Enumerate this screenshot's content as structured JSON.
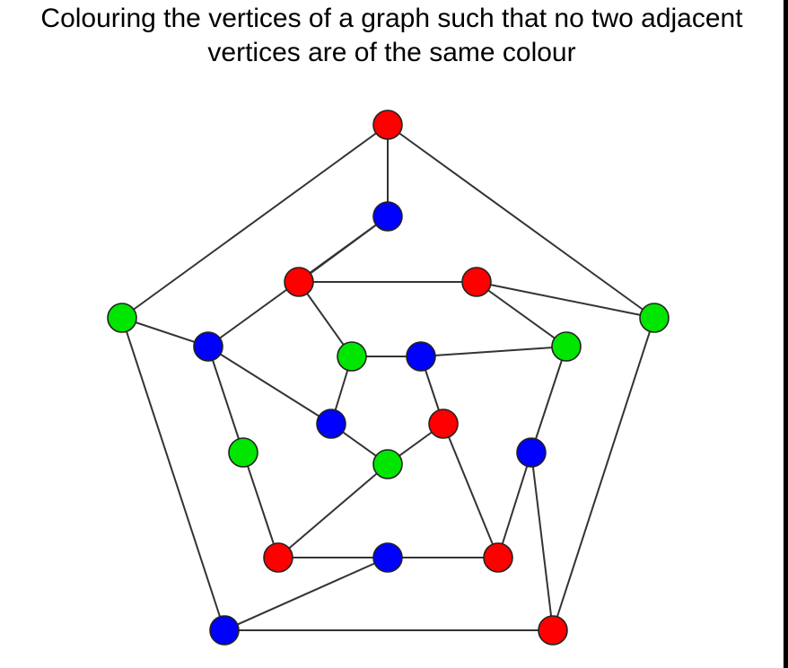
{
  "title": {
    "line1": "Colouring the vertices of a graph such that no two adjacent",
    "line2": "vertices are of the same colour"
  },
  "colors": {
    "red": "#ff0000",
    "green": "#00e600",
    "blue": "#0000ff",
    "edge": "#333333"
  },
  "graph": {
    "vertices": [
      {
        "id": "O1",
        "color": "red"
      },
      {
        "id": "O2",
        "color": "green"
      },
      {
        "id": "O3",
        "color": "blue"
      },
      {
        "id": "O4",
        "color": "red"
      },
      {
        "id": "O5",
        "color": "green"
      },
      {
        "id": "M1",
        "color": "blue"
      },
      {
        "id": "M2",
        "color": "blue"
      },
      {
        "id": "M3",
        "color": "green"
      },
      {
        "id": "M4",
        "color": "red"
      },
      {
        "id": "M5",
        "color": "blue"
      },
      {
        "id": "M6",
        "color": "red"
      },
      {
        "id": "M7",
        "color": "blue"
      },
      {
        "id": "M8",
        "color": "green"
      },
      {
        "id": "M9",
        "color": "red"
      },
      {
        "id": "M10",
        "color": "red"
      },
      {
        "id": "I1",
        "color": "green"
      },
      {
        "id": "I2",
        "color": "blue"
      },
      {
        "id": "I3",
        "color": "red"
      },
      {
        "id": "I4",
        "color": "green"
      },
      {
        "id": "I5",
        "color": "blue"
      }
    ],
    "edges": [
      [
        "O1",
        "O2"
      ],
      [
        "O2",
        "O3"
      ],
      [
        "O3",
        "O4"
      ],
      [
        "O4",
        "O5"
      ],
      [
        "O5",
        "O1"
      ],
      [
        "O1",
        "M1"
      ],
      [
        "O2",
        "M2"
      ],
      [
        "O3",
        "M5"
      ],
      [
        "O4",
        "M7"
      ],
      [
        "O5",
        "M9"
      ],
      [
        "M1",
        "M10"
      ],
      [
        "M10",
        "M9"
      ],
      [
        "M9",
        "M8"
      ],
      [
        "M8",
        "M7"
      ],
      [
        "M7",
        "M6"
      ],
      [
        "M6",
        "M5"
      ],
      [
        "M5",
        "M4"
      ],
      [
        "M4",
        "M3"
      ],
      [
        "M3",
        "M2"
      ],
      [
        "M2",
        "M1"
      ],
      [
        "M10",
        "I1"
      ],
      [
        "M8",
        "I2"
      ],
      [
        "M6",
        "I3"
      ],
      [
        "M4",
        "I4"
      ],
      [
        "M2",
        "I5"
      ],
      [
        "I1",
        "I2"
      ],
      [
        "I2",
        "I3"
      ],
      [
        "I3",
        "I4"
      ],
      [
        "I4",
        "I5"
      ],
      [
        "I5",
        "I1"
      ]
    ]
  }
}
